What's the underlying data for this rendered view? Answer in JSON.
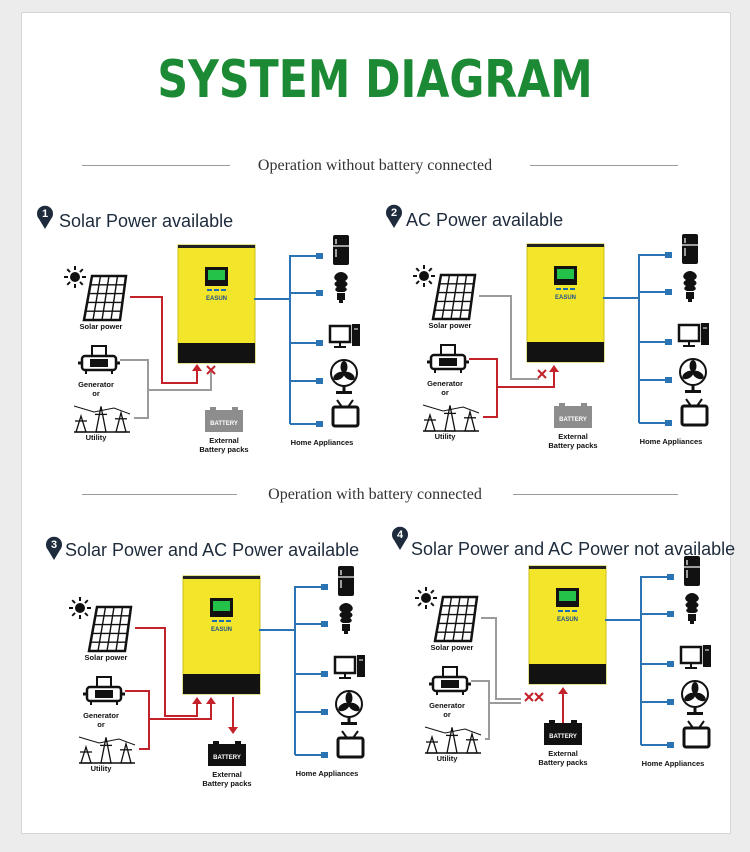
{
  "header": {
    "title": "SYSTEM DIAGRAM"
  },
  "sections": {
    "without_battery": "Operation without battery connected",
    "with_battery": "Operation with battery connected"
  },
  "panels": [
    {
      "number": "1",
      "title": "Solar Power available"
    },
    {
      "number": "2",
      "title": "AC Power available"
    },
    {
      "number": "3",
      "title": "Solar Power and AC Power available"
    },
    {
      "number": "4",
      "title": "Solar Power and AC Power not available"
    }
  ],
  "labels": {
    "solar": "Solar power",
    "generator": "Generator",
    "or": "or",
    "utility": "Utility",
    "battery_badge": "BATTERY",
    "battery_line1": "External",
    "battery_line2": "Battery packs",
    "appliances": "Home Appliances",
    "inverter_brand": "EASUN"
  },
  "colors": {
    "title_green": "#1c8a34",
    "inverter_yellow": "#f3e52a",
    "inverter_black": "#121212",
    "active_line": "#c3222a",
    "inactive_line": "#9b9b9b",
    "output_line": "#2a74b4",
    "lcd_green": "#25c24a"
  },
  "icons": [
    "sun-icon",
    "solar-panel-icon",
    "generator-icon",
    "utility-tower-icon",
    "battery-icon",
    "inverter-icon",
    "fridge-icon",
    "bulb-icon",
    "computer-icon",
    "fan-icon",
    "tv-icon",
    "cross-icon",
    "arrow-up-icon",
    "arrow-down-icon",
    "number-badge-icon"
  ]
}
